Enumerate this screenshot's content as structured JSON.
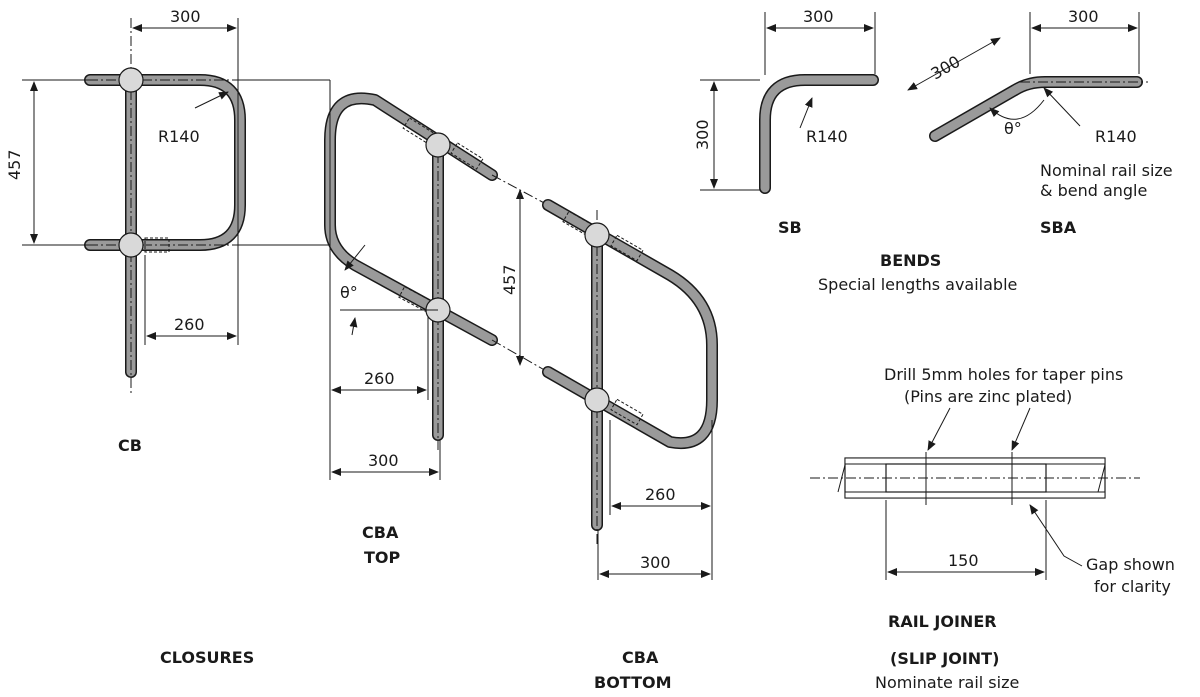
{
  "colors": {
    "pipe": "#9a9a9a",
    "outline": "#1a1a1a",
    "knuckle": "#d9d9d9",
    "background": "#ffffff"
  },
  "closures": {
    "title": "CLOSURES",
    "cb": {
      "label": "CB",
      "dim_top": "300",
      "dim_height": "457",
      "radius": "R140",
      "dim_bottom": "260"
    },
    "cba_top": {
      "label_line1": "CBA",
      "label_line2": "TOP",
      "angle": "θ°",
      "dim_260": "260",
      "dim_300": "300"
    },
    "cba_bottom": {
      "label_line1": "CBA",
      "label_line2": "BOTTOM",
      "dim_457": "457",
      "dim_260": "260",
      "dim_300": "300"
    }
  },
  "bends": {
    "title": "BENDS",
    "subtitle": "Special lengths available",
    "sb": {
      "label": "SB",
      "dim_width": "300",
      "dim_height": "300",
      "radius": "R140"
    },
    "sba": {
      "label": "SBA",
      "dim_slope": "300",
      "dim_top": "300",
      "angle": "θ°",
      "radius": "R140",
      "note_line1": "Nominal rail size",
      "note_line2": "& bend angle"
    }
  },
  "rail_joiner": {
    "title_line1": "RAIL JOINER",
    "title_line2": "(SLIP JOINT)",
    "subtitle": "Nominate rail size",
    "drill_line1": "Drill 5mm holes for taper pins",
    "drill_line2": "(Pins are zinc plated)",
    "dim_length": "150",
    "gap_line1": "Gap shown",
    "gap_line2": "for clarity"
  }
}
